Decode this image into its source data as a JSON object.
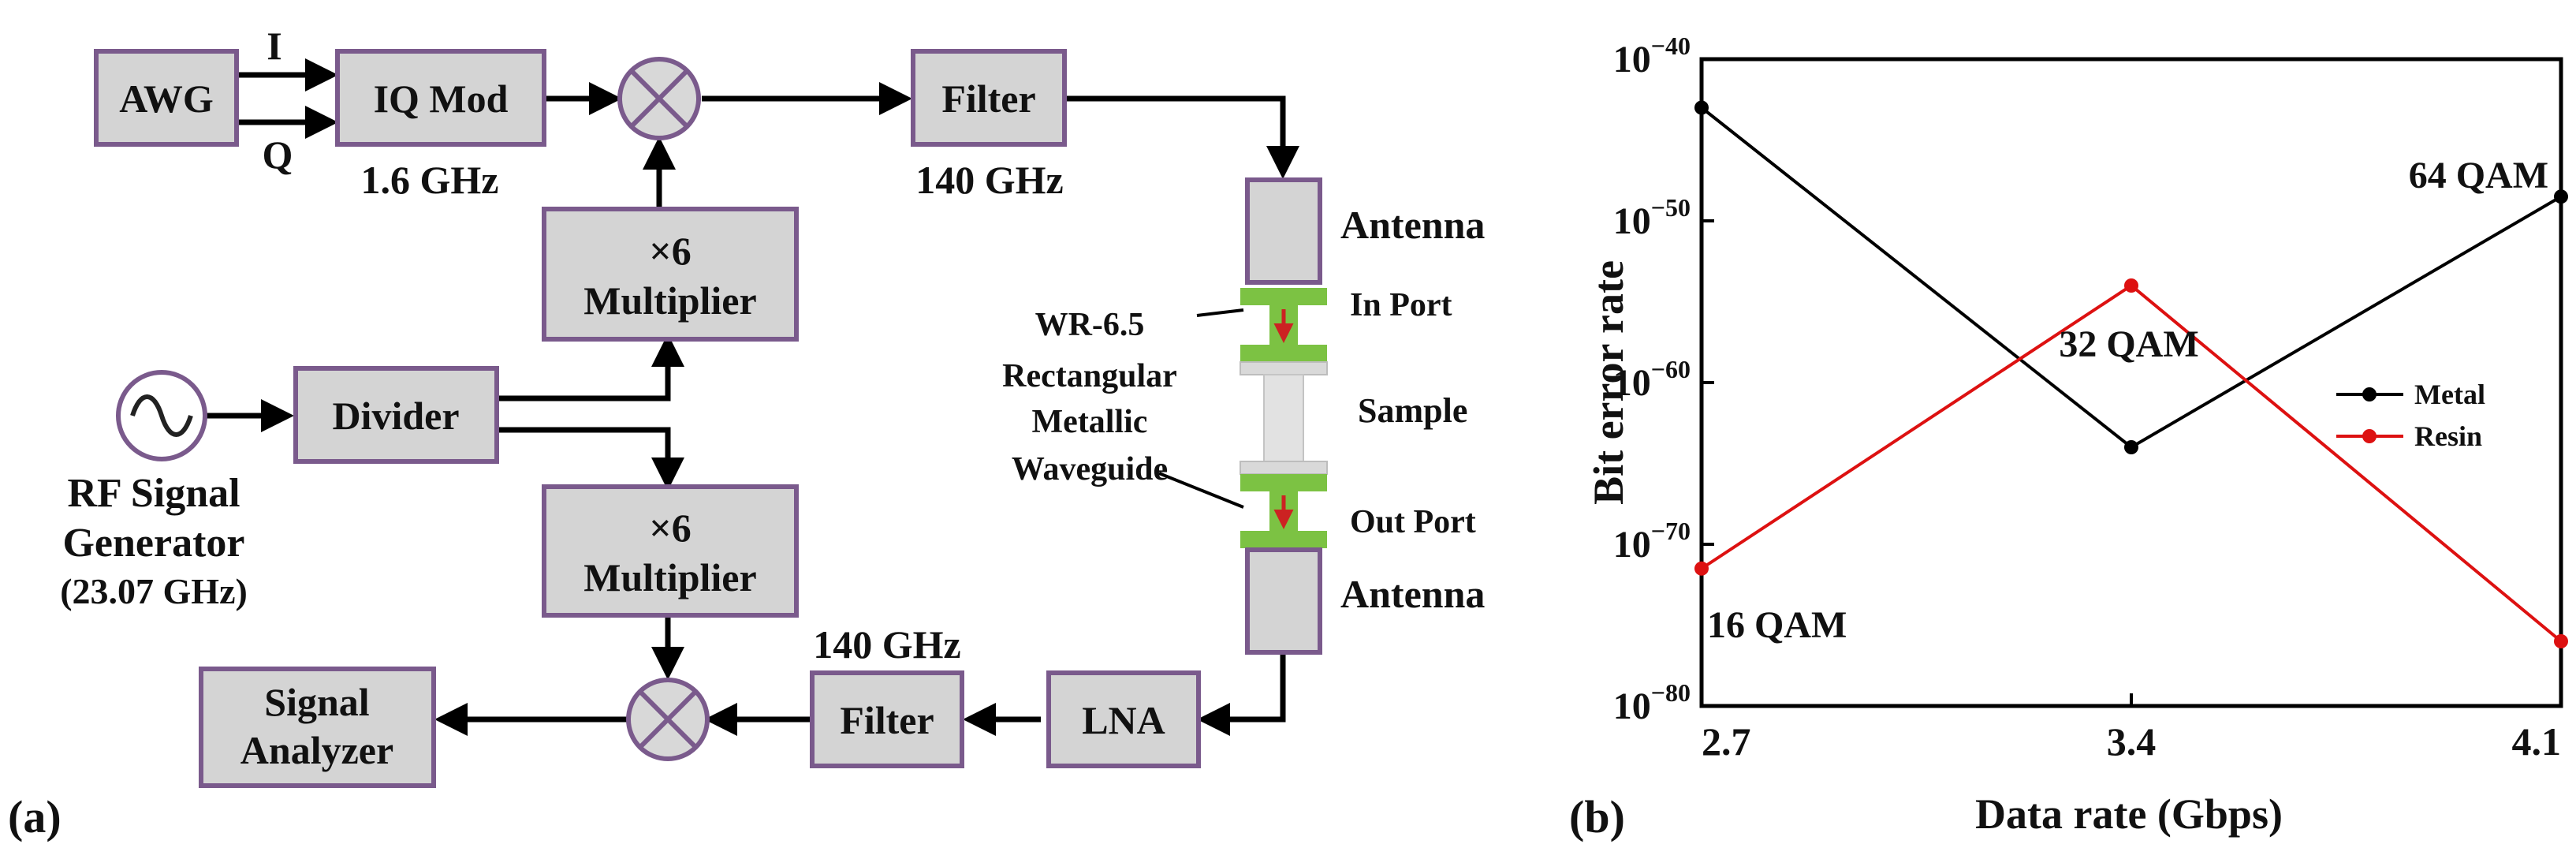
{
  "panel_a": {
    "label": "(a)",
    "blocks": {
      "awg": "AWG",
      "iq_mod": "IQ Mod",
      "filter_top": "Filter",
      "mult_top": [
        "×6",
        "Multiplier"
      ],
      "divider": "Divider",
      "mult_bottom": [
        "×6",
        "Multiplier"
      ],
      "signal_analyzer": [
        "Signal",
        "Analyzer"
      ],
      "filter_bottom": "Filter",
      "lna": "LNA"
    },
    "labels": {
      "i": "I",
      "q": "Q",
      "freq_iq": "1.6 GHz",
      "freq_filter_top": "140 GHz",
      "freq_filter_bottom": "140 GHz",
      "rf_gen": [
        "RF Signal",
        "Generator",
        "(23.07 GHz)"
      ],
      "antenna_top": "Antenna",
      "antenna_bottom": "Antenna",
      "in_port": "In Port",
      "out_port": "Out Port",
      "sample": "Sample",
      "waveguide": [
        "WR-6.5",
        "Rectangular",
        "Metallic",
        "Waveguide"
      ]
    },
    "colors": {
      "block_fill": "#d4d4d4",
      "block_border": "#7a5a8c",
      "flange": "#7cc243",
      "port_arrow": "#cc2222"
    }
  },
  "panel_b": {
    "label": "(b)"
  },
  "chart_data": {
    "type": "line",
    "xlabel": "Data rate (Gbps)",
    "ylabel": "Bit error rate",
    "x": [
      2.7,
      3.4,
      4.1
    ],
    "x_tick_labels": [
      "2.7",
      "3.4",
      "4.1"
    ],
    "xlim": [
      2.7,
      4.1
    ],
    "y_scale": "log",
    "y_tick_exponents": [
      -40,
      -50,
      -60,
      -70,
      -80
    ],
    "y_tick_base": "10",
    "ylim_exponent": [
      -80,
      -40
    ],
    "series": [
      {
        "name": "Metal",
        "color": "#000000",
        "log10_values": [
          -43,
          -64,
          -48.5
        ]
      },
      {
        "name": "Resin",
        "color": "#dd1111",
        "log10_values": [
          -71.5,
          -54,
          -76
        ]
      }
    ],
    "annotations": [
      "16 QAM",
      "32 QAM",
      "64 QAM"
    ],
    "legend_position": "right",
    "grid": false
  }
}
